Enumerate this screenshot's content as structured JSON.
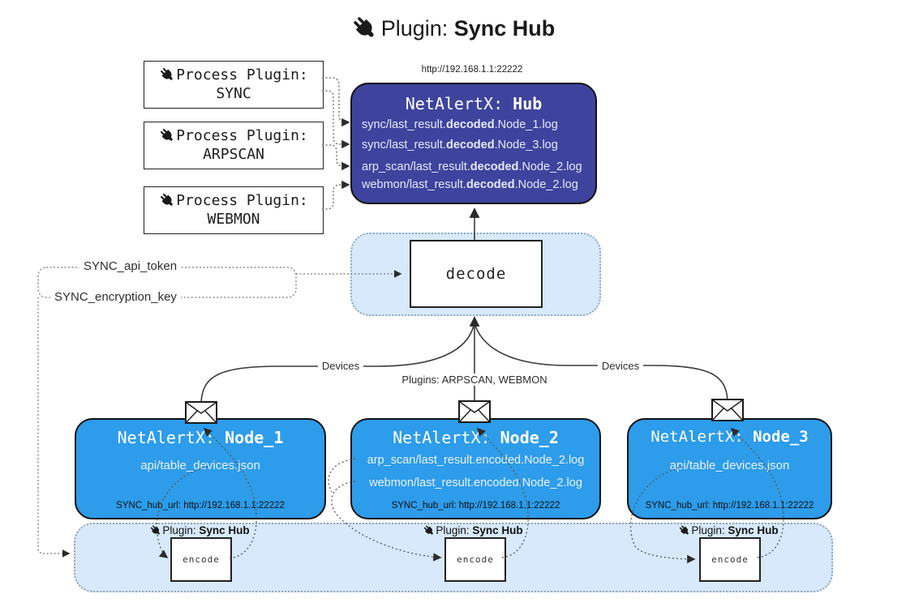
{
  "title": {
    "label": "Plugin:",
    "name": "Sync Hub"
  },
  "process_plugins": [
    {
      "label": "Process Plugin:",
      "name": "SYNC"
    },
    {
      "label": "Process Plugin:",
      "name": "ARPSCAN"
    },
    {
      "label": "Process Plugin:",
      "name": "WEBMON"
    }
  ],
  "hub": {
    "url": "http://192.168.1.1:22222",
    "app": "NetAlertX:",
    "name": "Hub",
    "entries": [
      {
        "pre": "sync/last_result.",
        "bold": "decoded",
        "post": ".Node_1.log"
      },
      {
        "pre": "sync/last_result.",
        "bold": "decoded",
        "post": ".Node_3.log"
      },
      {
        "pre": "arp_scan/last_result.",
        "bold": "decoded",
        "post": ".Node_2.log"
      },
      {
        "pre": "webmon/last_result.",
        "bold": "decoded",
        "post": ".Node_2.log"
      }
    ]
  },
  "decode_box": {
    "label": "decode"
  },
  "settings": {
    "api_token": "SYNC_api_token",
    "encryption_key": "SYNC_encryption_key"
  },
  "edge_labels": {
    "devices_left": "Devices",
    "plugins_mid": "Plugins: ARPSCAN, WEBMON",
    "devices_right": "Devices"
  },
  "nodes": [
    {
      "app": "NetAlertX:",
      "name": "Node_1",
      "files": [
        "api/table_devices.json"
      ],
      "hub_url": "SYNC_hub_url: http://192.168.1.1:22222"
    },
    {
      "app": "NetAlertX:",
      "name": "Node_2",
      "files": [
        "arp_scan/last_result.encoded.Node_2.log",
        "webmon/last_result.encoded.Node_2.log"
      ],
      "hub_url": "SYNC_hub_url: http://192.168.1.1:22222"
    },
    {
      "app": "NetAlertX:",
      "name": "Node_3",
      "files": [
        "api/table_devices.json"
      ],
      "hub_url": "SYNC_hub_url: http://192.168.1.1:22222"
    }
  ],
  "encoder_band": {
    "groups": [
      {
        "label": "Plugin:",
        "name": "Sync Hub",
        "box": "encode"
      },
      {
        "label": "Plugin:",
        "name": "Sync Hub",
        "box": "encode"
      },
      {
        "label": "Plugin:",
        "name": "Sync Hub",
        "box": "encode"
      }
    ]
  },
  "icons": {
    "plug": "plug-icon",
    "envelope": "envelope-icon"
  },
  "colors": {
    "hub_bg": "#3E449D",
    "node_bg": "#2D9CEA",
    "panel_bg": "#D7E9FA",
    "border": "#111111",
    "dotted": "#555555"
  }
}
